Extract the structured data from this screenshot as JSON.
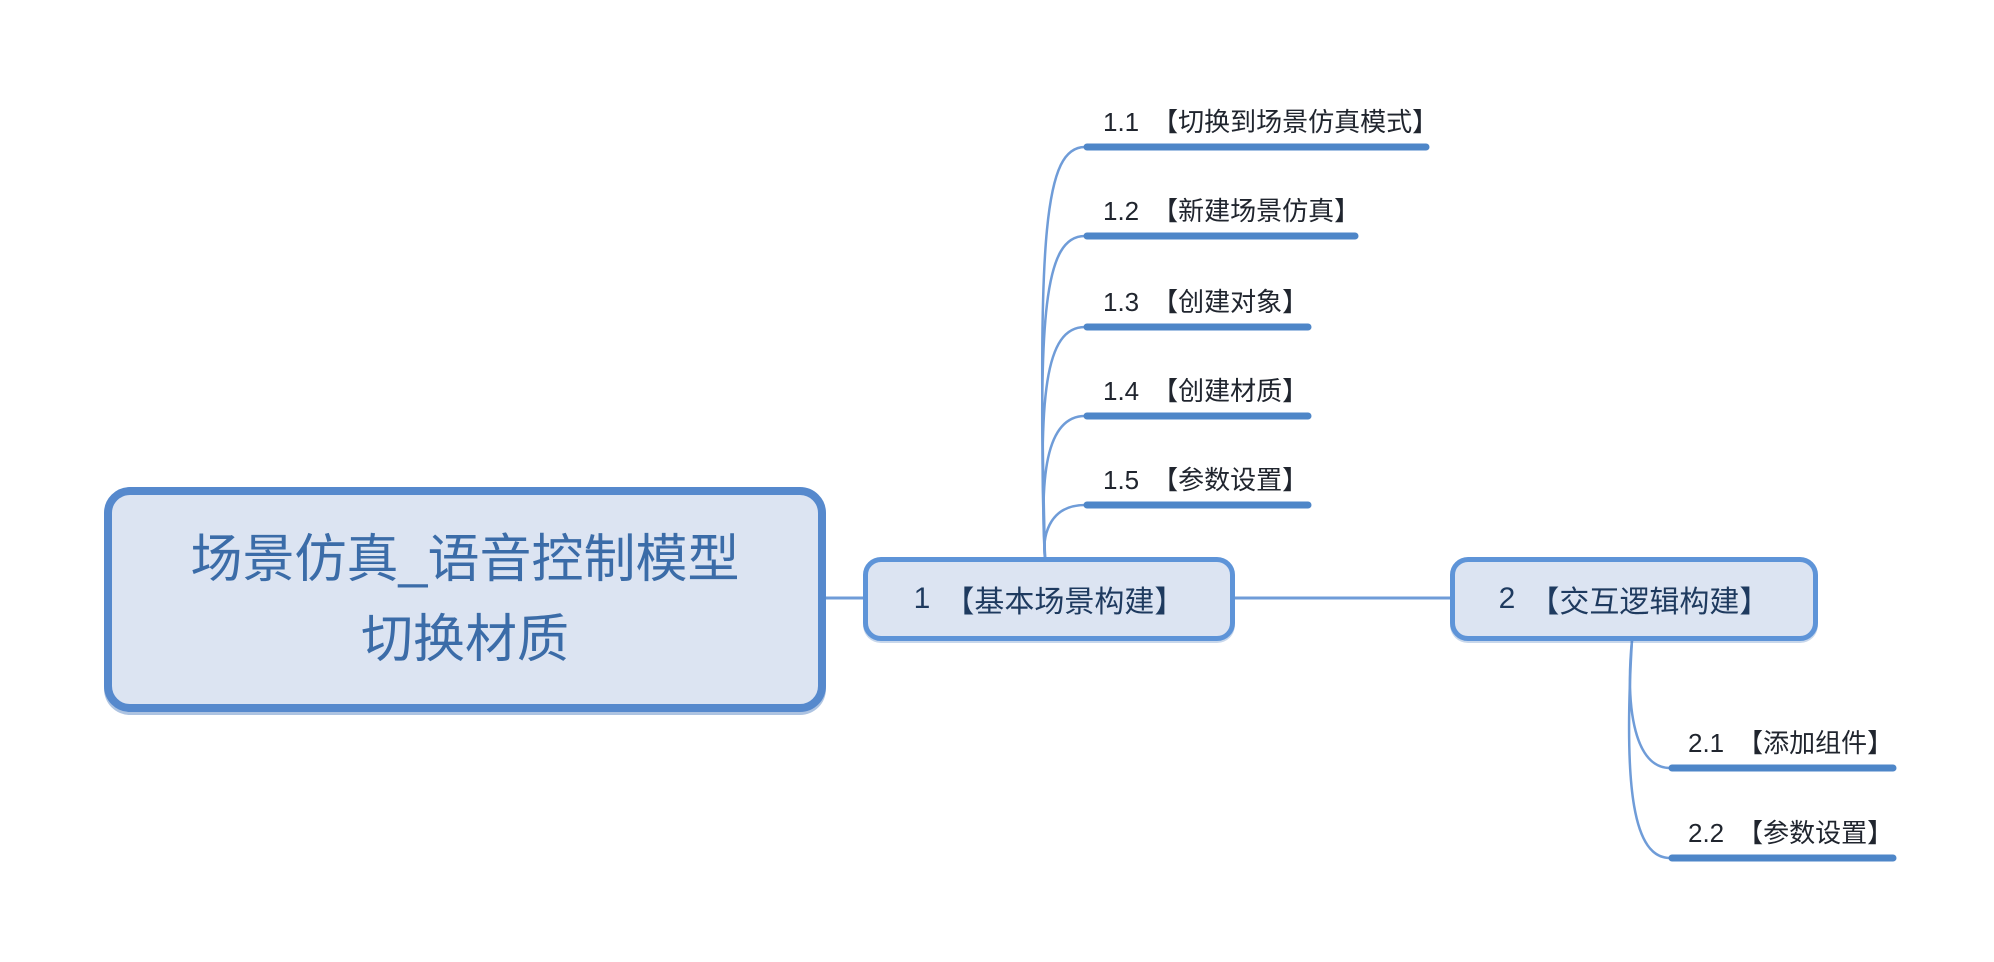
{
  "diagram": {
    "type": "mindmap",
    "background": "#ffffff",
    "colors": {
      "node_fill": "#dce4f2",
      "root_border": "#5689cd",
      "main_border": "#5e94d8",
      "root_text": "#3b6ca8",
      "main_text": "#1e3a5f",
      "subtopic_text": "#20252e",
      "underline": "#4e86c8",
      "branch_line": "#6f9cd8"
    }
  },
  "root": {
    "label": "场景仿真_语音控制模型切换材质",
    "line1": "场景仿真_语音控制模型",
    "line2": "切换材质"
  },
  "branches": [
    {
      "num": "1",
      "title": "【基本场景构建】",
      "label": "1 【基本场景构建】",
      "children": [
        {
          "num": "1.1",
          "title": "【切换到场景仿真模式】",
          "label": "1.1 【切换到场景仿真模式】"
        },
        {
          "num": "1.2",
          "title": "【新建场景仿真】",
          "label": "1.2 【新建场景仿真】"
        },
        {
          "num": "1.3",
          "title": "【创建对象】",
          "label": "1.3 【创建对象】"
        },
        {
          "num": "1.4",
          "title": "【创建材质】",
          "label": "1.4 【创建材质】"
        },
        {
          "num": "1.5",
          "title": "【参数设置】",
          "label": "1.5 【参数设置】"
        }
      ]
    },
    {
      "num": "2",
      "title": "【交互逻辑构建】",
      "label": "2 【交互逻辑构建】",
      "children": [
        {
          "num": "2.1",
          "title": "【添加组件】",
          "label": "2.1 【添加组件】"
        },
        {
          "num": "2.2",
          "title": "【参数设置】",
          "label": "2.2 【参数设置】"
        }
      ]
    }
  ]
}
